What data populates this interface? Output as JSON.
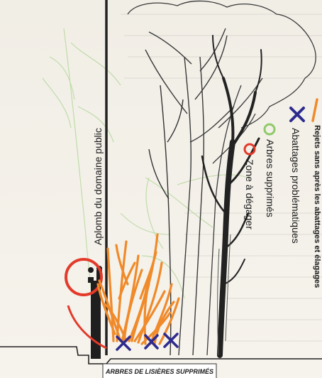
{
  "diagram": {
    "vertical_label": "Aplomb du domaine public",
    "caption": "ARBRES DE LISIÈRES SUPPRIMÉS",
    "colors": {
      "rejets": "#f08a2a",
      "abattages": "#2d2a8f",
      "arbres_supprimes": "#8fca6a",
      "zone": "#e33a2a",
      "ink": "#2a2a2a"
    },
    "legend": [
      {
        "symbol": "orange-stroke-icon",
        "label": "Rejets sans après les abattages et élagages"
      },
      {
        "symbol": "blue-cross-icon",
        "label": "Abattages problématiques"
      },
      {
        "symbol": "green-circle-icon",
        "label": "Arbres supprimés"
      },
      {
        "symbol": "red-circle-icon",
        "label": "Zone à dégager"
      }
    ]
  }
}
